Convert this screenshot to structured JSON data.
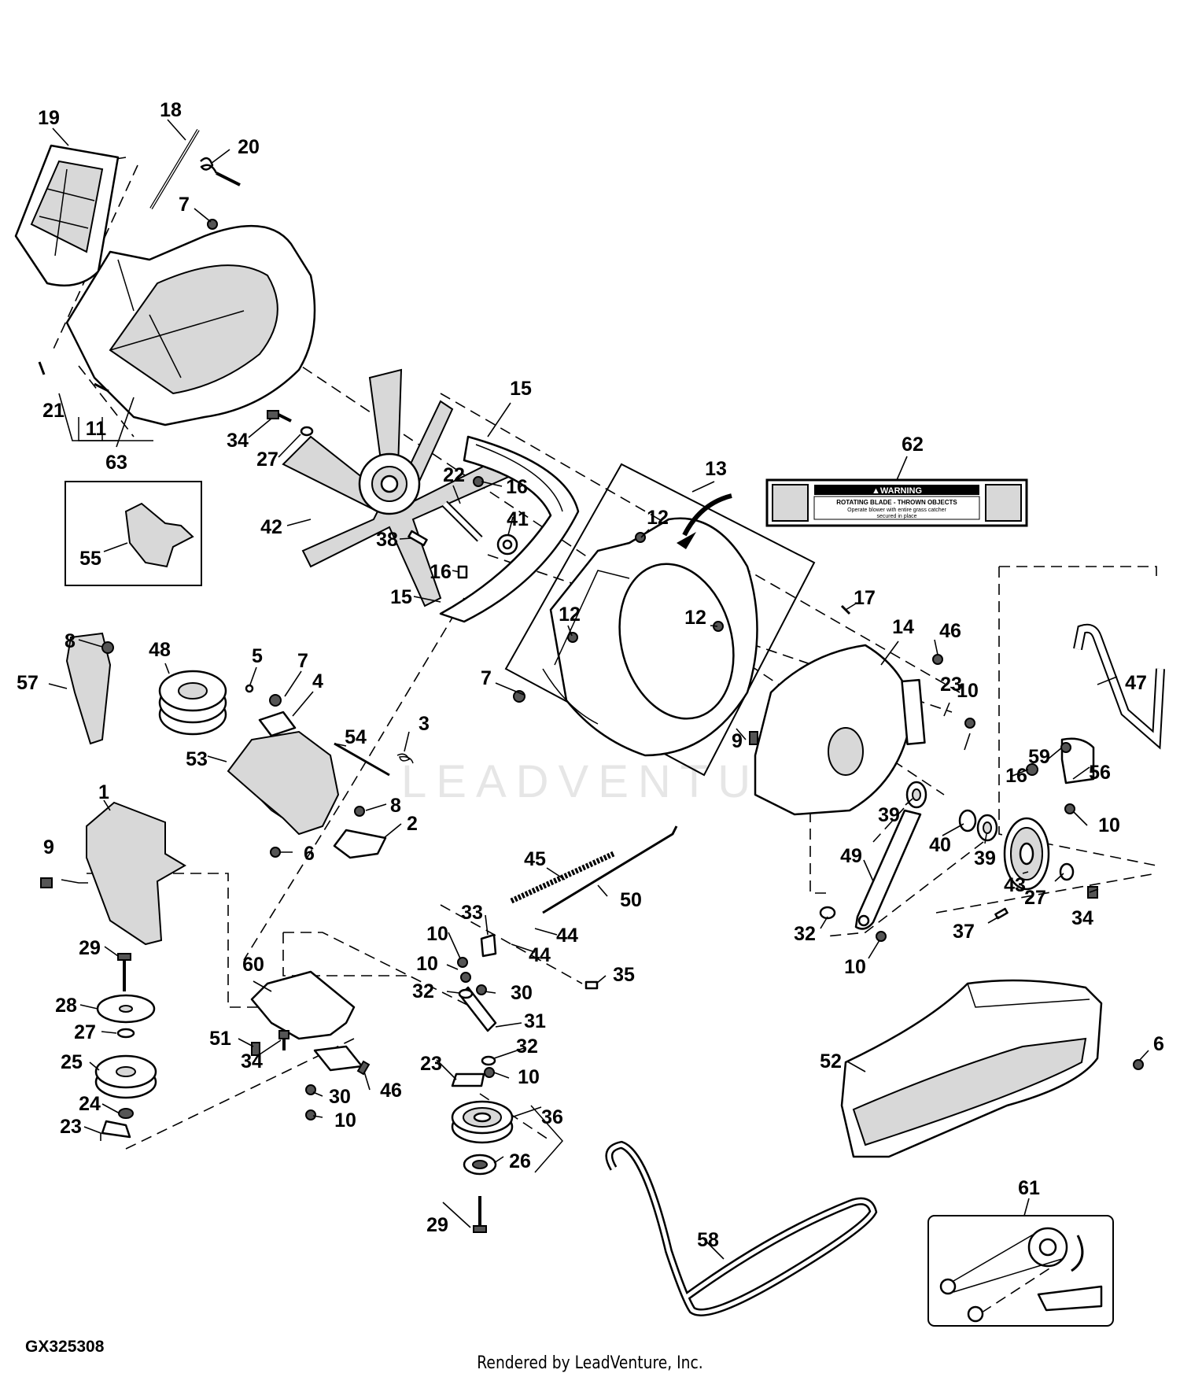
{
  "drawing_id": "GX325308",
  "credit": "Rendered by LeadVenture, Inc.",
  "watermark": "LEADVENTURE",
  "warning_decal": {
    "header": "▲WARNING",
    "line1": "ROTATING BLADE - THROWN OBJECTS",
    "line2": "Operate blower with entire grass catcher",
    "line3": "secured in place"
  },
  "callouts": [
    "19",
    "18",
    "20",
    "7",
    "21",
    "11",
    "63",
    "34",
    "27",
    "15",
    "16",
    "22",
    "41",
    "38",
    "42",
    "16",
    "15",
    "13",
    "62",
    "12",
    "12",
    "12",
    "17",
    "14",
    "46",
    "55",
    "8",
    "57",
    "48",
    "5",
    "7",
    "4",
    "54",
    "3",
    "53",
    "8",
    "2",
    "6",
    "7",
    "9",
    "23",
    "10",
    "59",
    "47",
    "16",
    "56",
    "10",
    "9",
    "1",
    "39",
    "40",
    "39",
    "43",
    "27",
    "34",
    "49",
    "32",
    "10",
    "37",
    "45",
    "50",
    "33",
    "44",
    "44",
    "10",
    "10",
    "32",
    "30",
    "35",
    "31",
    "32",
    "10",
    "29",
    "28",
    "27",
    "25",
    "24",
    "23",
    "60",
    "51",
    "34",
    "30",
    "46",
    "10",
    "23",
    "36",
    "26",
    "29",
    "58",
    "52",
    "6",
    "61"
  ]
}
